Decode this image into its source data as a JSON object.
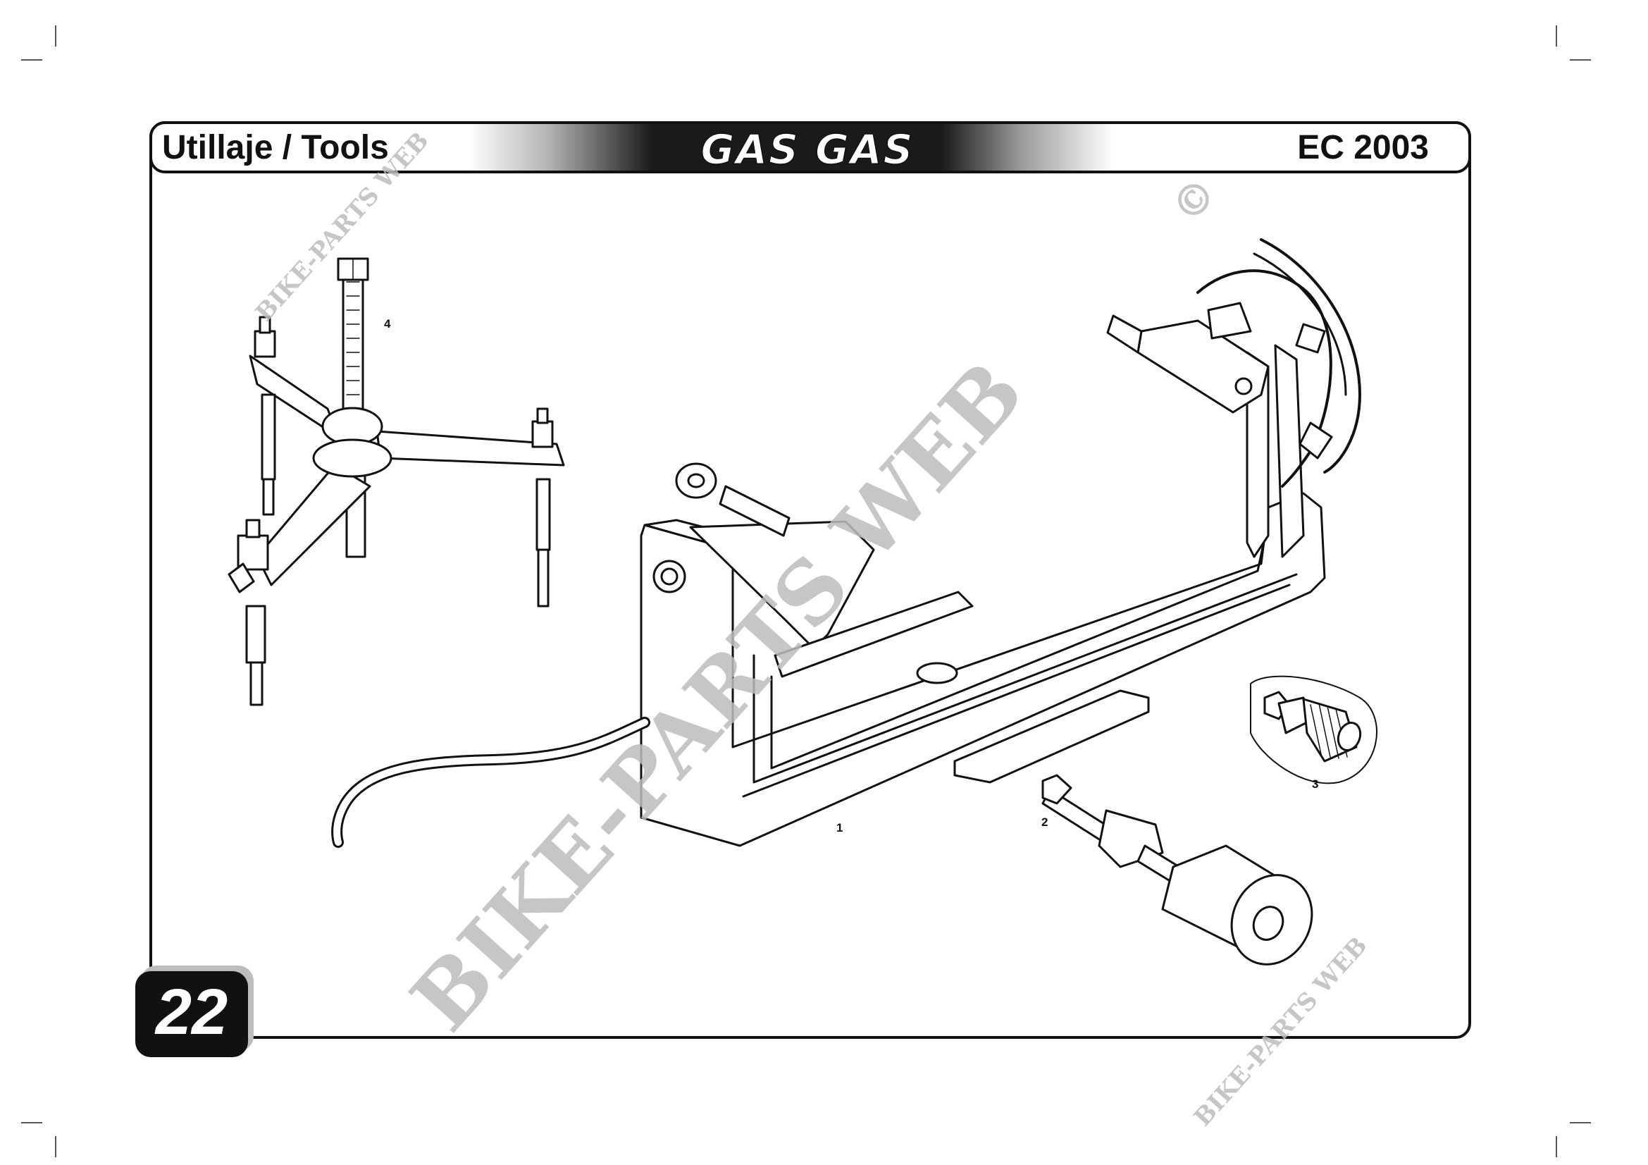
{
  "header": {
    "title": "Utillaje / Tools",
    "brand": "GAS GAS",
    "model": "EC 2003"
  },
  "page_number": "22",
  "callouts": {
    "c1": "1",
    "c2": "2",
    "c3": "3",
    "c4": "4"
  },
  "watermark": {
    "main": "BIKE-PARTS WEB",
    "small_top": "BIKE-PARTS WEB",
    "small_bottom": "BIKE-PARTS WEB",
    "mark": "©"
  }
}
